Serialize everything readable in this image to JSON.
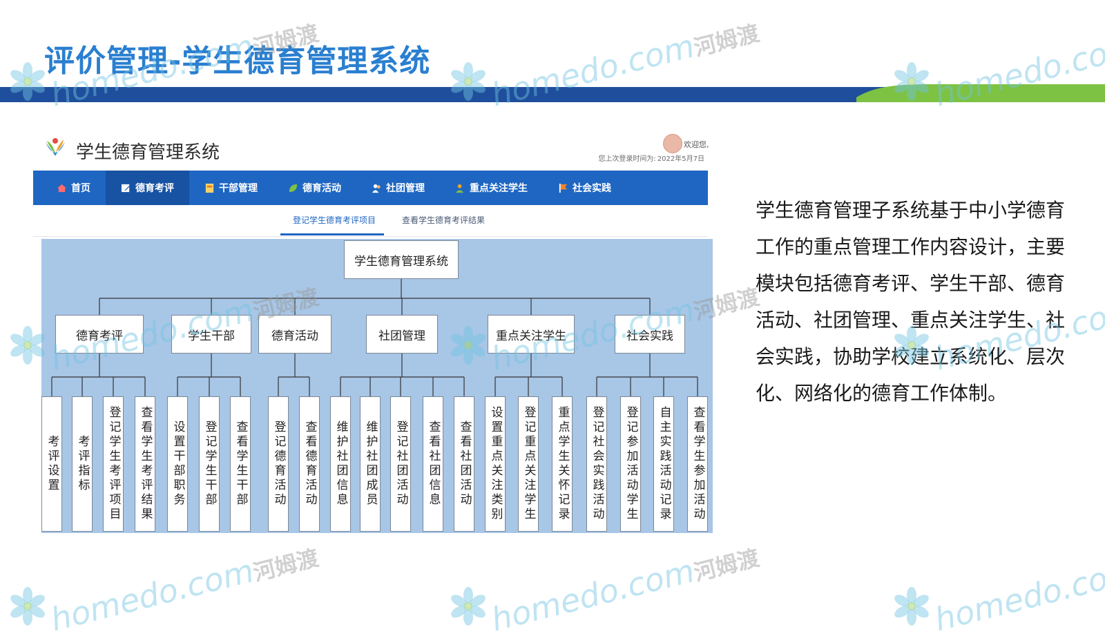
{
  "slide": {
    "title": "评价管理-学生德育管理系统",
    "description": "学生德育管理子系统基于中小学德育工作的重点管理工作内容设计，主要模块包括德育考评、学生干部、德育活动、社团管理、重点关注学生、社会实践，协助学校建立系统化、层次化、网络化的德育工作体制。"
  },
  "app": {
    "name": "学生德育管理系统",
    "welcome": "欢迎您,",
    "last_login_label": "您上次登录时间为:",
    "last_login_date": "2022年5月7日"
  },
  "nav": [
    {
      "label": "首页",
      "icon": "home-icon"
    },
    {
      "label": "德育考评",
      "icon": "edit-icon"
    },
    {
      "label": "干部管理",
      "icon": "badge-icon"
    },
    {
      "label": "德育活动",
      "icon": "leaf-icon"
    },
    {
      "label": "社团管理",
      "icon": "group-icon"
    },
    {
      "label": "重点关注学生",
      "icon": "user-focus-icon"
    },
    {
      "label": "社会实践",
      "icon": "flag-icon"
    }
  ],
  "subtabs": [
    "登记学生德育考评项目",
    "查看学生德育考评结果"
  ],
  "tree": {
    "root": "学生德育管理系统",
    "modules": [
      {
        "label": "德育考评",
        "children": [
          "考评设置",
          "考评指标",
          "登记学生考评项目",
          "查看学生考评结果"
        ]
      },
      {
        "label": "学生干部",
        "children": [
          "设置干部职务",
          "登记学生干部",
          "查看学生干部"
        ]
      },
      {
        "label": "德育活动",
        "children": [
          "登记德育活动",
          "查看德育活动"
        ]
      },
      {
        "label": "社团管理",
        "children": [
          "维护社团信息",
          "维护社团成员",
          "登记社团活动",
          "查看社团信息",
          "查看社团活动"
        ]
      },
      {
        "label": "重点关注学生",
        "children": [
          "设置重点关注类别",
          "登记重点关注学生",
          "重点学生关怀记录"
        ]
      },
      {
        "label": "社会实践",
        "children": [
          "登记社会实践活动",
          "登记参加活动学生",
          "自主实践活动记录",
          "查看学生参加活动"
        ]
      }
    ]
  },
  "watermark": {
    "en": "homedo.com",
    "cn": "河姆渡"
  },
  "colors": {
    "title": "#2a7fd0",
    "nav": "#1e66c2",
    "nav_active": "#1752a3",
    "band_blue": "#1f4f9c",
    "band_green": "#7dc242",
    "tree_bg": "#a8c6e6"
  }
}
